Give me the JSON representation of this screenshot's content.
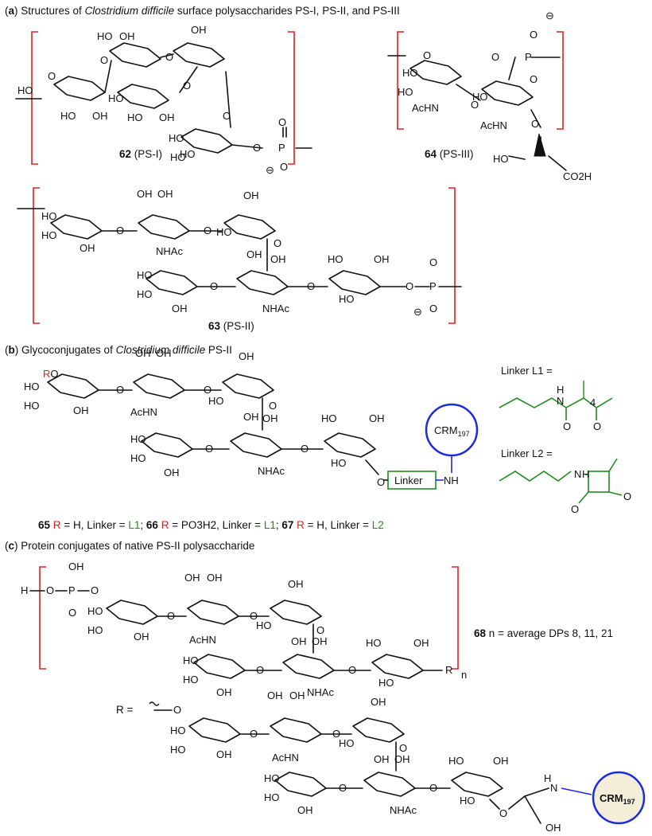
{
  "section_a": {
    "letter": "a",
    "text_before": "Structures of",
    "organism": "Clostridium difficile",
    "text_after": "surface polysaccharides PS-I, PS-II, and PS-III"
  },
  "section_b": {
    "letter": "b",
    "text_before": "Glycoconjugates of",
    "organism": "Clostridium difficile",
    "text_after": "PS-II"
  },
  "section_c": {
    "letter": "c",
    "text": "Protein conjugates of native PS-II polysaccharide"
  },
  "compounds": {
    "c62": {
      "num": "62",
      "name": "(PS-I)"
    },
    "c64": {
      "num": "64",
      "name": "(PS-III)"
    },
    "c63": {
      "num": "63",
      "name": "(PS-II)"
    },
    "c68": {
      "num": "68",
      "text": "n = average DPs 8, 11, 21"
    }
  },
  "caption_b": {
    "n65": "65",
    "t65a": "R",
    "t65b": "= H, Linker =",
    "t65c": "L1",
    "n66": "66",
    "t66a": "R",
    "t66b": "= PO3H2,  Linker =",
    "t66c": "L1",
    "n67": "67",
    "t67a": "R",
    "t67b": "= H, Linker =",
    "t67c": "L2"
  },
  "labels": {
    "OH": "OH",
    "HO": "HO",
    "O": "O",
    "AcHN": "AcHN",
    "NHAc": "NHAc",
    "P": "P",
    "minus": "⊖",
    "R": "R",
    "RO": "RO",
    "H": "H",
    "N": "N",
    "NH": "NH",
    "CO2H": "CO2H",
    "n": "n",
    "four": "4",
    "linker_box": "Linker",
    "crm": "CRM",
    "crm_sub": "197",
    "linker_L1": "Linker L1 =",
    "linker_L2": "Linker L2 =",
    "R_eq": "R ="
  },
  "colors": {
    "bracket": "#e02020",
    "green": "#1e8c1e",
    "blue": "#1d2bdc",
    "red": "#e02020",
    "crm_fill": "#f4edd8"
  }
}
